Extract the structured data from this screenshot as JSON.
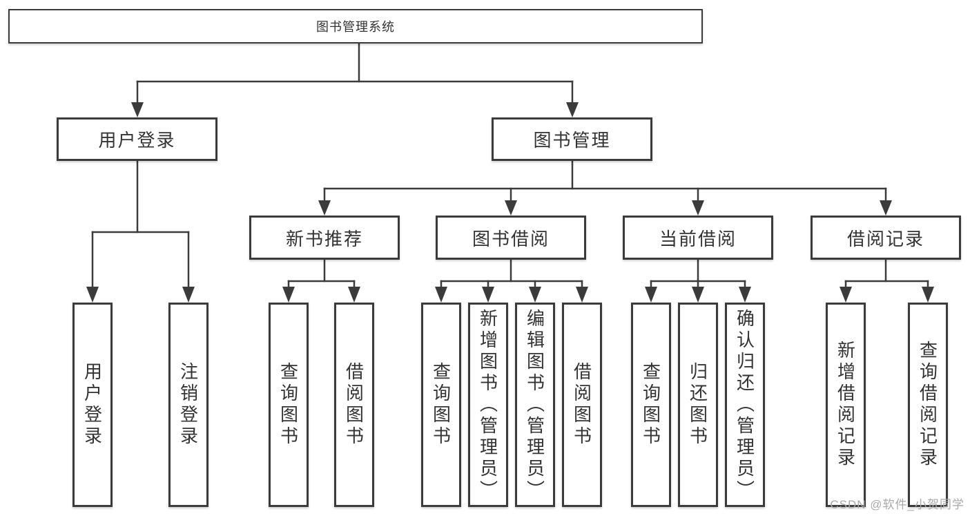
{
  "colors": {
    "line": "#3b3b3b",
    "box_border": "#3b3b3b",
    "text": "#333333",
    "watermark_text": "#a9a9a9",
    "background": "#ffffff"
  },
  "diagram": {
    "root": {
      "label": "图书管理系统"
    },
    "level2": [
      {
        "label": "用户登录"
      },
      {
        "label": "图书管理"
      }
    ],
    "level3": [
      {
        "label": "新书推荐"
      },
      {
        "label": "图书借阅"
      },
      {
        "label": "当前借阅"
      },
      {
        "label": "借阅记录"
      }
    ],
    "leaves": {
      "user_login": [
        {
          "label": "用户登录"
        },
        {
          "label": "注销登录"
        }
      ],
      "new_book_recommendation": [
        {
          "label": "查询图书"
        },
        {
          "label": "借阅图书"
        }
      ],
      "book_borrowing": [
        {
          "label": "查询图书"
        },
        {
          "label": "新增图书（管理员）"
        },
        {
          "label": "编辑图书（管理员）"
        },
        {
          "label": "借阅图书"
        }
      ],
      "current_borrowing": [
        {
          "label": "查询图书"
        },
        {
          "label": "归还图书"
        },
        {
          "label": "确认归还（管理员）"
        }
      ],
      "borrowing_records": [
        {
          "label": "新增借阅记录"
        },
        {
          "label": "查询借阅记录"
        }
      ]
    }
  },
  "watermark": {
    "text": "CSDN @软件_小贺同学"
  }
}
